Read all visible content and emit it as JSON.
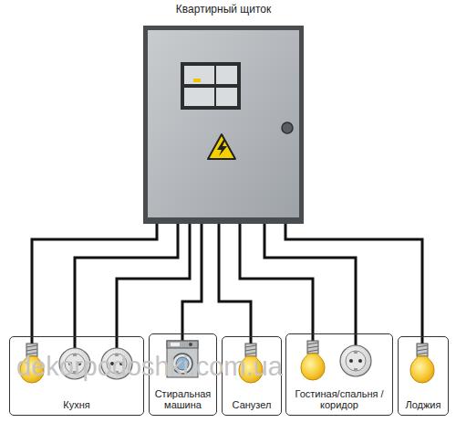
{
  "diagram": {
    "nodes": [
      {
        "text": [
          "Квартирный щиток"
        ]
      },
      {
        "text": [
          "Кухня"
        ]
      },
      {
        "text": [
          "Стиральная машина"
        ]
      },
      {
        "text": [
          "Санузел"
        ]
      },
      {
        "text": [
          "Гостиная/спальня /коридор"
        ]
      },
      {
        "text": [
          "Лоджия"
        ]
      }
    ],
    "edges": [
      {
        "from": 0,
        "to": 1,
        "arrow": "none"
      },
      {
        "from": 0,
        "to": 1,
        "arrow": "none"
      },
      {
        "from": 0,
        "to": 1,
        "arrow": "none"
      },
      {
        "from": 0,
        "to": 2,
        "arrow": "none"
      },
      {
        "from": 0,
        "to": 3,
        "arrow": "none"
      },
      {
        "from": 0,
        "to": 4,
        "arrow": "none"
      },
      {
        "from": 0,
        "to": 4,
        "arrow": "none"
      },
      {
        "from": 0,
        "to": 5,
        "arrow": "none"
      }
    ],
    "labels": [
      "dekorpodoshki.com.ua"
    ]
  }
}
